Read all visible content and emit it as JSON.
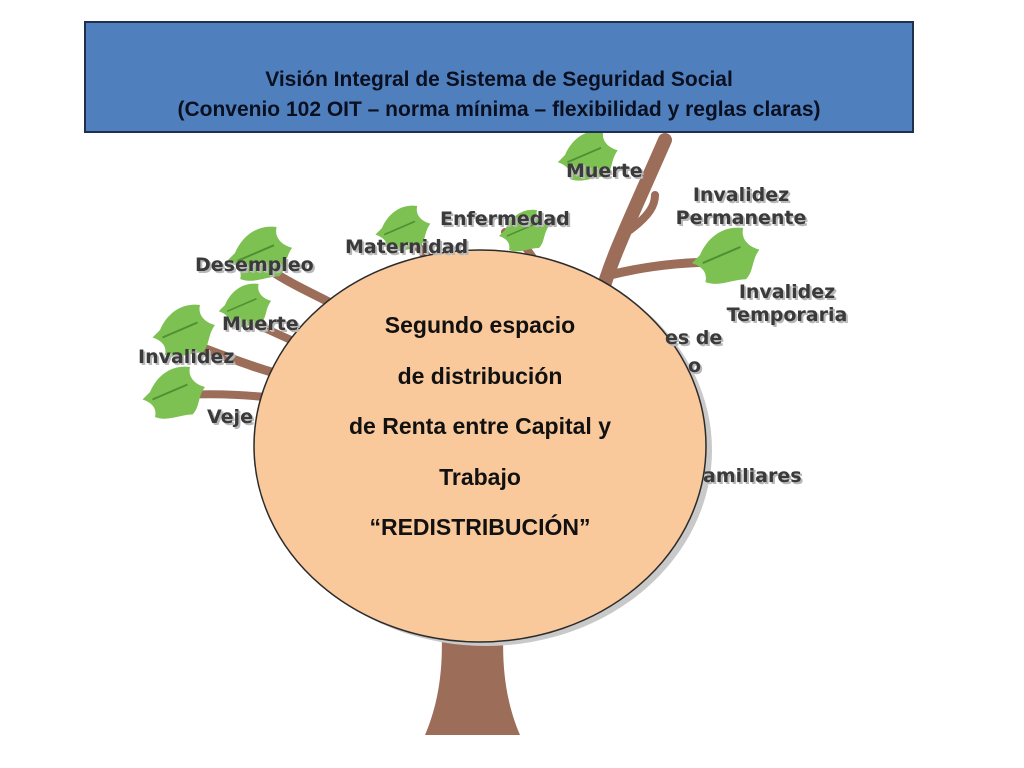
{
  "title": {
    "line1": "Visión Integral de Sistema de Seguridad Social",
    "line2": "(Convenio 102 OIT – norma mínima – flexibilidad y reglas claras)"
  },
  "colors": {
    "title_bg": "#4f7fbd",
    "circle_fill": "#f9c89b",
    "trunk": "#9c6d59",
    "leaf": "#7cc151",
    "leaf_dark": "#4f8f34"
  },
  "tree_labels": {
    "muerte_top": "Muerte",
    "invalidez_permanente_1": "Invalidez",
    "invalidez_permanente_2": "Permanente",
    "enfermedad": "Enfermedad",
    "maternidad": "Maternidad",
    "desempleo": "Desempleo",
    "invalidez_temporaria_1": "Invalidez",
    "invalidez_temporaria_2": "Temporaria",
    "muerte_left": "Muerte",
    "invalidez_left": "Invalidez",
    "vejez_partial": "Veje",
    "partial_right_1": "es de",
    "partial_right_2": "o",
    "familiares_partial": "amiliares"
  },
  "circle": {
    "line1": "Segundo espacio",
    "line2": "de distribución",
    "line3": "de Renta entre Capital y",
    "line4": "Trabajo",
    "line5": "“REDISTRIBUCIÓN”"
  }
}
